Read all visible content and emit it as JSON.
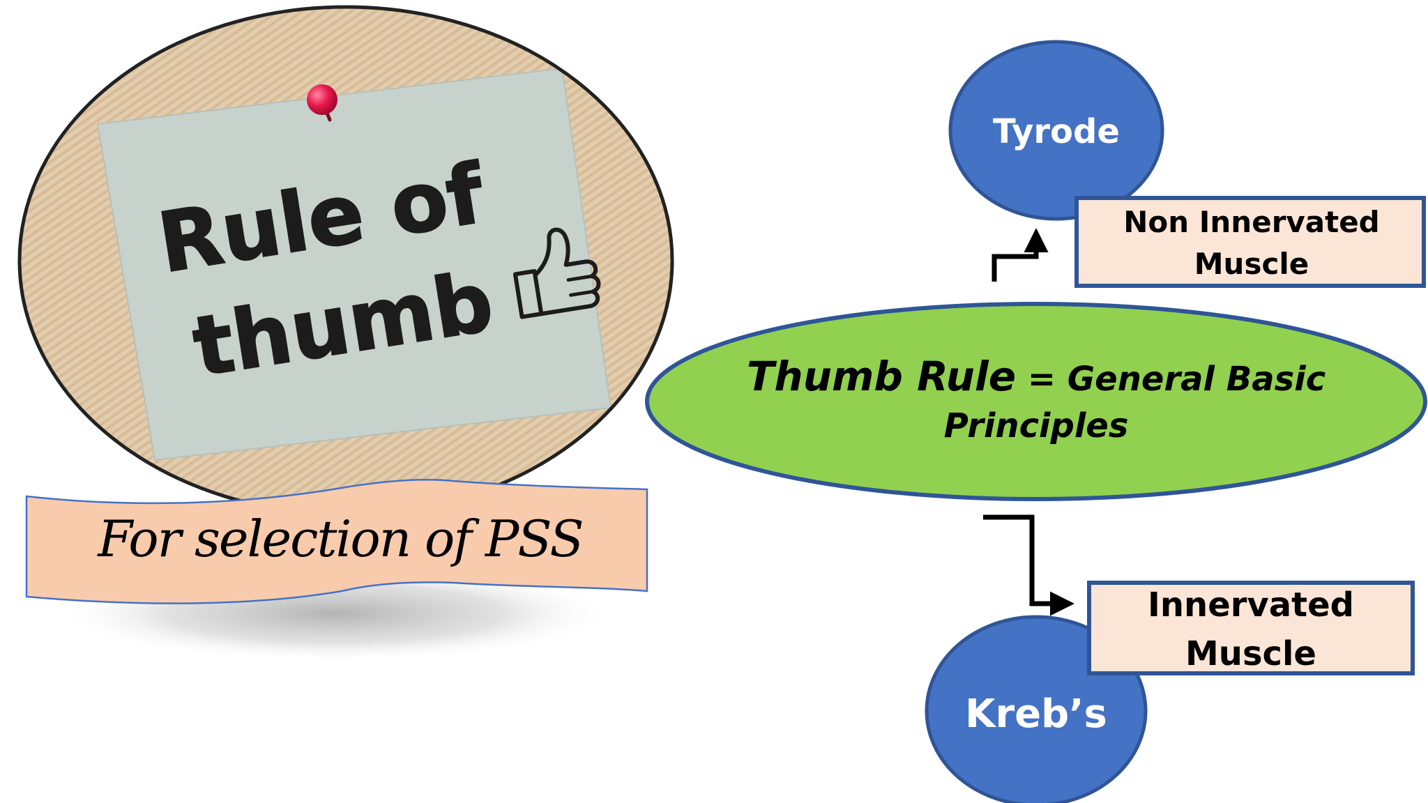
{
  "picture": {
    "note": {
      "line1": "Rule of",
      "line2": "thumb",
      "icon": "thumbs-up-icon"
    }
  },
  "banner": {
    "text": "For selection of PSS"
  },
  "central": {
    "line1_strong": "Thumb Rule",
    "line1_rest": " = General Basic",
    "line2": "Principles"
  },
  "top_node": {
    "label": "Tyrode",
    "box_line1": "Non Innervated",
    "box_line2": "Muscle"
  },
  "bottom_node": {
    "label": "Kreb’s",
    "box_line1": "Innervated",
    "box_line2": "Muscle"
  },
  "colors": {
    "node_blue": "#4472C4",
    "node_border": "#2F5597",
    "ellipse_green": "#92D050",
    "box_fill": "#FBE5D6",
    "banner_fill": "#F8CBAD",
    "cork": "#DFC7A6",
    "paper": "#C8D2CD"
  }
}
